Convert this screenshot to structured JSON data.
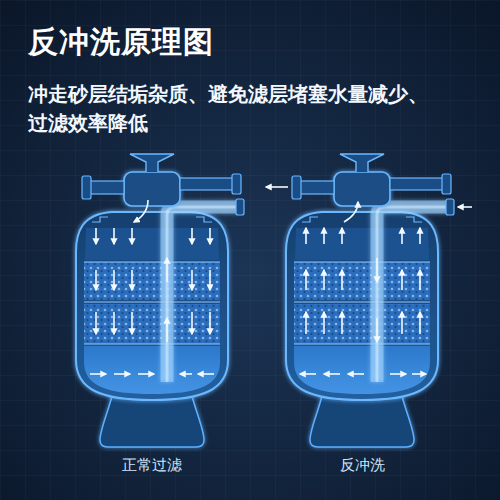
{
  "diagram": {
    "title": "反冲洗原理图",
    "labels": [
      "冲走砂层结垢杂质、避免滤层堵塞水量减少、 过滤效率降低",
      "正常过滤",
      "反冲洗"
    ]
  }
}
